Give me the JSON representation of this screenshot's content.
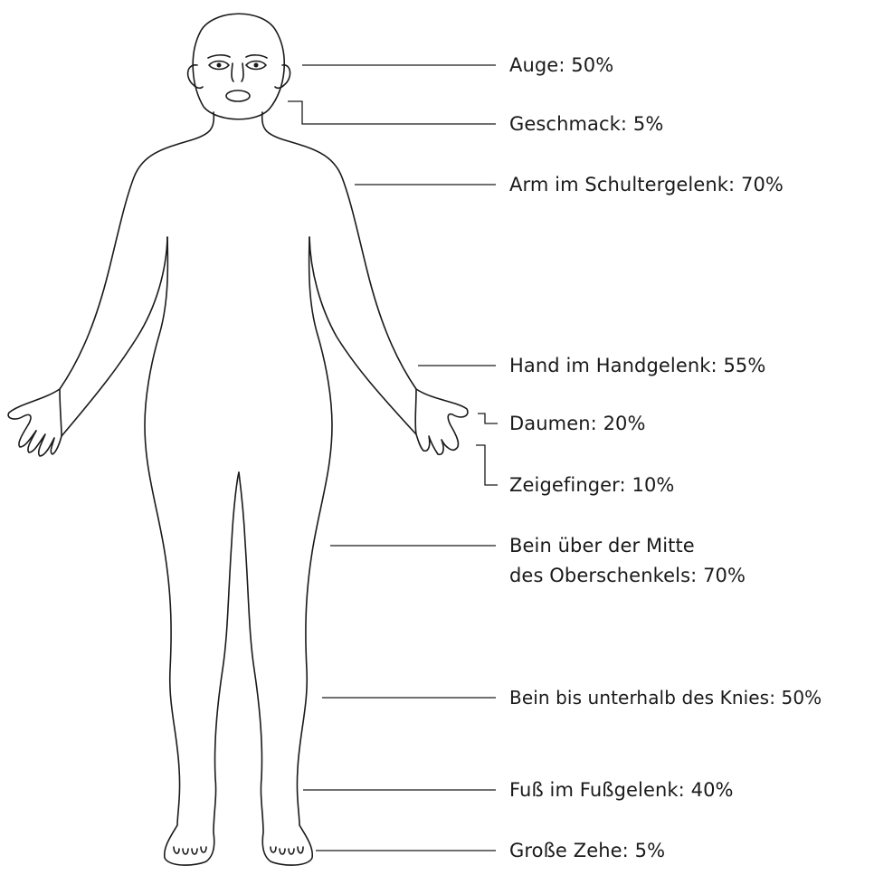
{
  "labels": {
    "auge": "Auge: 50%",
    "geschmack": "Geschmack: 5%",
    "arm": "Arm im Schultergelenk: 70%",
    "hand": "Hand im Handgelenk: 55%",
    "daumen": "Daumen: 20%",
    "zeigefinger": "Zeigefinger: 10%",
    "bein_oben_1": "Bein über der Mitte",
    "bein_oben_2": "des Oberschenkels: 70%",
    "bein_knie": "Bein bis unterhalb des Knies: 50%",
    "fuss": "Fuß im Fußgelenk: 40%",
    "zehe": "Große Zehe: 5%"
  },
  "colors": {
    "line": "#1a1a1a",
    "background": "#ffffff"
  }
}
